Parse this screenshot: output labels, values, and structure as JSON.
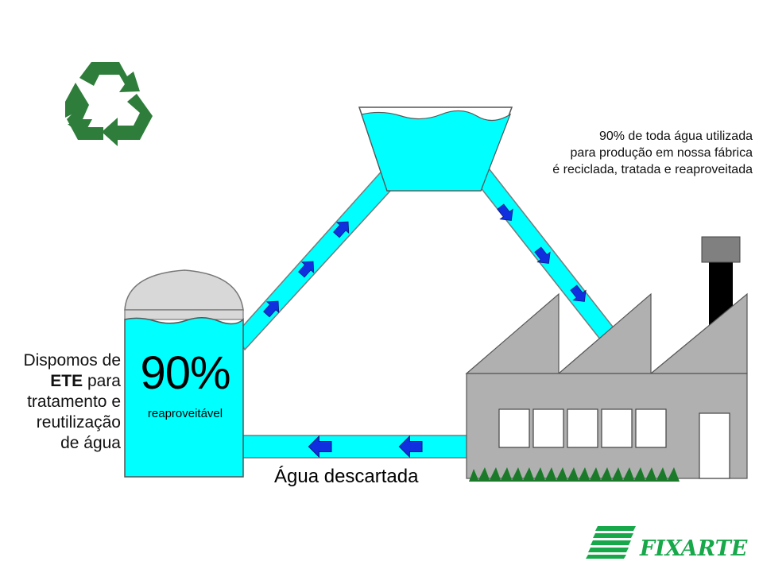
{
  "left_text": {
    "line1": "Dispomos de",
    "line2_bold": "ETE",
    "line2_rest": " para",
    "line3": "tratamento e",
    "line4": "reutilização",
    "line5": "de água"
  },
  "tank": {
    "percent": "90%",
    "label": "reaproveitável"
  },
  "note": {
    "line1": "90% de toda água utilizada",
    "line2": "para produção em nossa fábrica",
    "line3": "é reciclada, tratada e reaproveitada"
  },
  "discard_label": "Água descartada",
  "brand": {
    "name": "FIXARTE",
    "color": "#17a84a"
  },
  "icons": [
    "recycle-icon",
    "fixarte-logo-icon"
  ],
  "colors": {
    "water": "#00ffff",
    "arrow": "#1030e0",
    "building": "#b0b0b0",
    "recycle": "#2e7d3a"
  }
}
